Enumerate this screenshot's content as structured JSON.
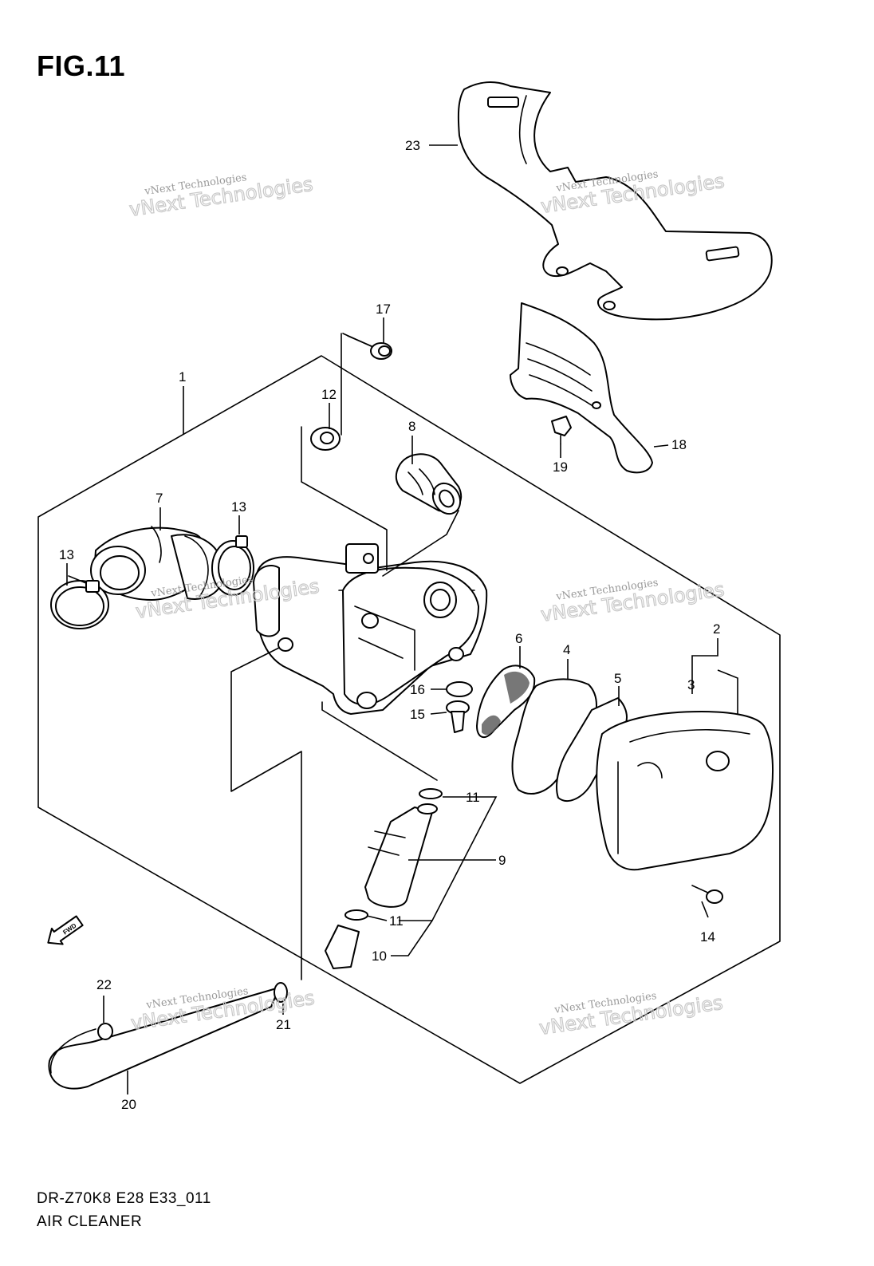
{
  "figure": {
    "title": "FIG.11"
  },
  "footer": {
    "model_code": "DR-Z70K8 E28 E33_011",
    "assembly_name": "AIR CLEANER"
  },
  "direction_marker": {
    "label": "FWD",
    "icon": "forward-arrow-icon"
  },
  "watermark": {
    "line1": "vNext Technologies",
    "line2": "vNext Technologies"
  },
  "callouts": {
    "c1": "1",
    "c2": "2",
    "c3": "3",
    "c4": "4",
    "c5": "5",
    "c6": "6",
    "c7": "7",
    "c8": "8",
    "c9": "9",
    "c10": "10",
    "c11a": "11",
    "c11b": "11",
    "c12": "12",
    "c13a": "13",
    "c13b": "13",
    "c14": "14",
    "c15": "15",
    "c16": "16",
    "c17": "17",
    "c18": "18",
    "c19": "19",
    "c20": "20",
    "c21": "21",
    "c22": "22",
    "c23": "23"
  }
}
